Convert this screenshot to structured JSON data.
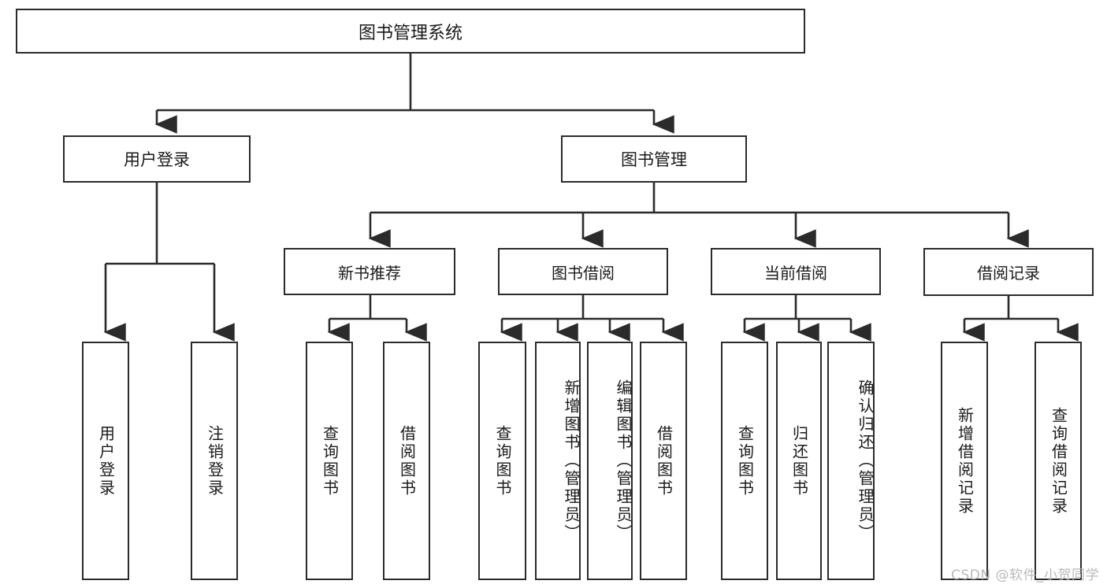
{
  "diagram": {
    "type": "tree-hierarchy",
    "title": "图书管理系统",
    "line_color": "#2b2b2b",
    "box_fill": "#ffffff",
    "text_color": "#1a1a1a",
    "watermark": "CSDN @软件_小贺同学",
    "nodes": {
      "root": "图书管理系统",
      "user_login": "用户登录",
      "book_manage": "图书管理",
      "new_book_rec": "新书推荐",
      "book_borrow": "图书借阅",
      "current_borrow": "当前借阅",
      "borrow_record": "借阅记录",
      "leaf_user_login": "用户登录",
      "leaf_user_logout": "注销登录",
      "leaf_query_book_1": "查询图书",
      "leaf_borrow_book_1": "借阅图书",
      "leaf_query_book_2": "查询图书",
      "leaf_add_book_admin": "新增图书（管理员）",
      "leaf_edit_book_admin": "编辑图书（管理员）",
      "leaf_borrow_book_2": "借阅图书",
      "leaf_query_book_3": "查询图书",
      "leaf_return_book": "归还图书",
      "leaf_confirm_return_admin": "确认归还（管理员）",
      "leaf_add_record": "新增借阅记录",
      "leaf_query_record": "查询借阅记录"
    }
  }
}
